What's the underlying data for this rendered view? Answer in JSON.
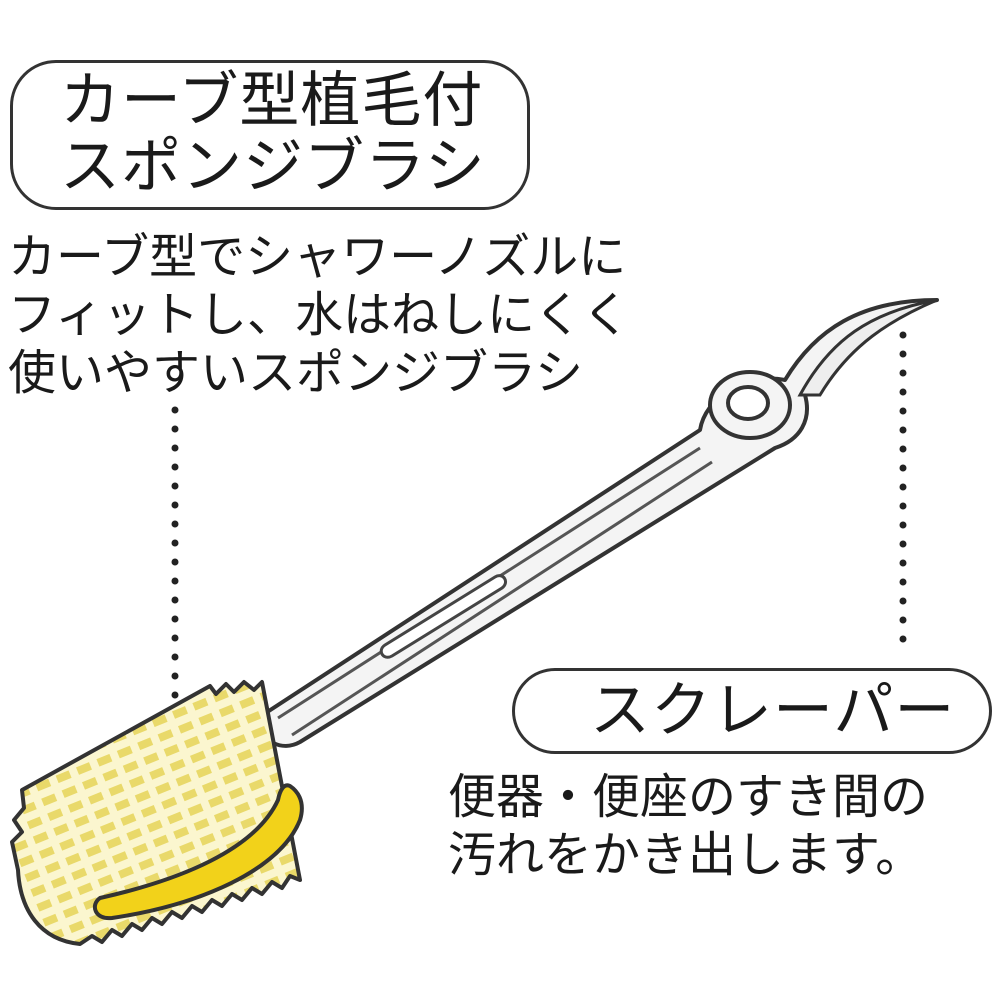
{
  "sponge_brush": {
    "title_lines": [
      "カーブ型植毛付",
      "スポンジブラシ"
    ],
    "description_lines": [
      "カーブ型でシャワーノズルに",
      "フィットし、水はねしにくく",
      "使いやすいスポンジブラシ"
    ]
  },
  "scraper": {
    "title": "スクレーパー",
    "description_lines": [
      "便器・便座のすき間の",
      "汚れをかき出します。"
    ]
  },
  "colors": {
    "sponge_yellow": "#f5e98a",
    "curve_yellow": "#f2d21a",
    "outline": "#333333",
    "handle_fill": "#f2f2f2"
  },
  "icons": {
    "brush": "brush-illustration",
    "leader": "dotted-leader-line"
  }
}
